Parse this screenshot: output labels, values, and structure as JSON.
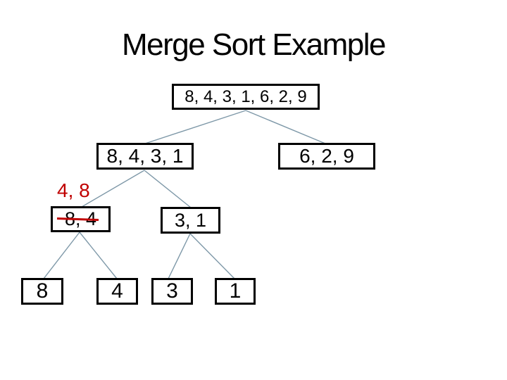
{
  "slide": {
    "title": "Merge Sort Example"
  },
  "colors": {
    "background": "#ffffff",
    "title_text": "#000000",
    "box_border": "#000000",
    "box_text": "#000000",
    "connector_line": "#7e98a8",
    "annotation_red": "#c00000"
  },
  "tree": {
    "nodes": {
      "root": {
        "label": "8, 4, 3, 1, 6, 2, 9"
      },
      "l1_left": {
        "label": "8, 4, 3, 1"
      },
      "l1_right": {
        "label": "6, 2, 9"
      },
      "l2_left": {
        "label": "8, 4",
        "struck_through": true
      },
      "l2_right": {
        "label": "3, 1"
      },
      "leaf8": {
        "label": "8"
      },
      "leaf4": {
        "label": "4"
      },
      "leaf3": {
        "label": "3"
      },
      "leaf1": {
        "label": "1"
      }
    },
    "annotation": {
      "label": "4, 8"
    },
    "edges": [
      [
        "root",
        "l1_left"
      ],
      [
        "root",
        "l1_right"
      ],
      [
        "l1_left",
        "l2_left"
      ],
      [
        "l1_left",
        "l2_right"
      ],
      [
        "l2_left",
        "leaf8"
      ],
      [
        "l2_left",
        "leaf4"
      ],
      [
        "l2_right",
        "leaf3"
      ],
      [
        "l2_right",
        "leaf1"
      ]
    ]
  }
}
